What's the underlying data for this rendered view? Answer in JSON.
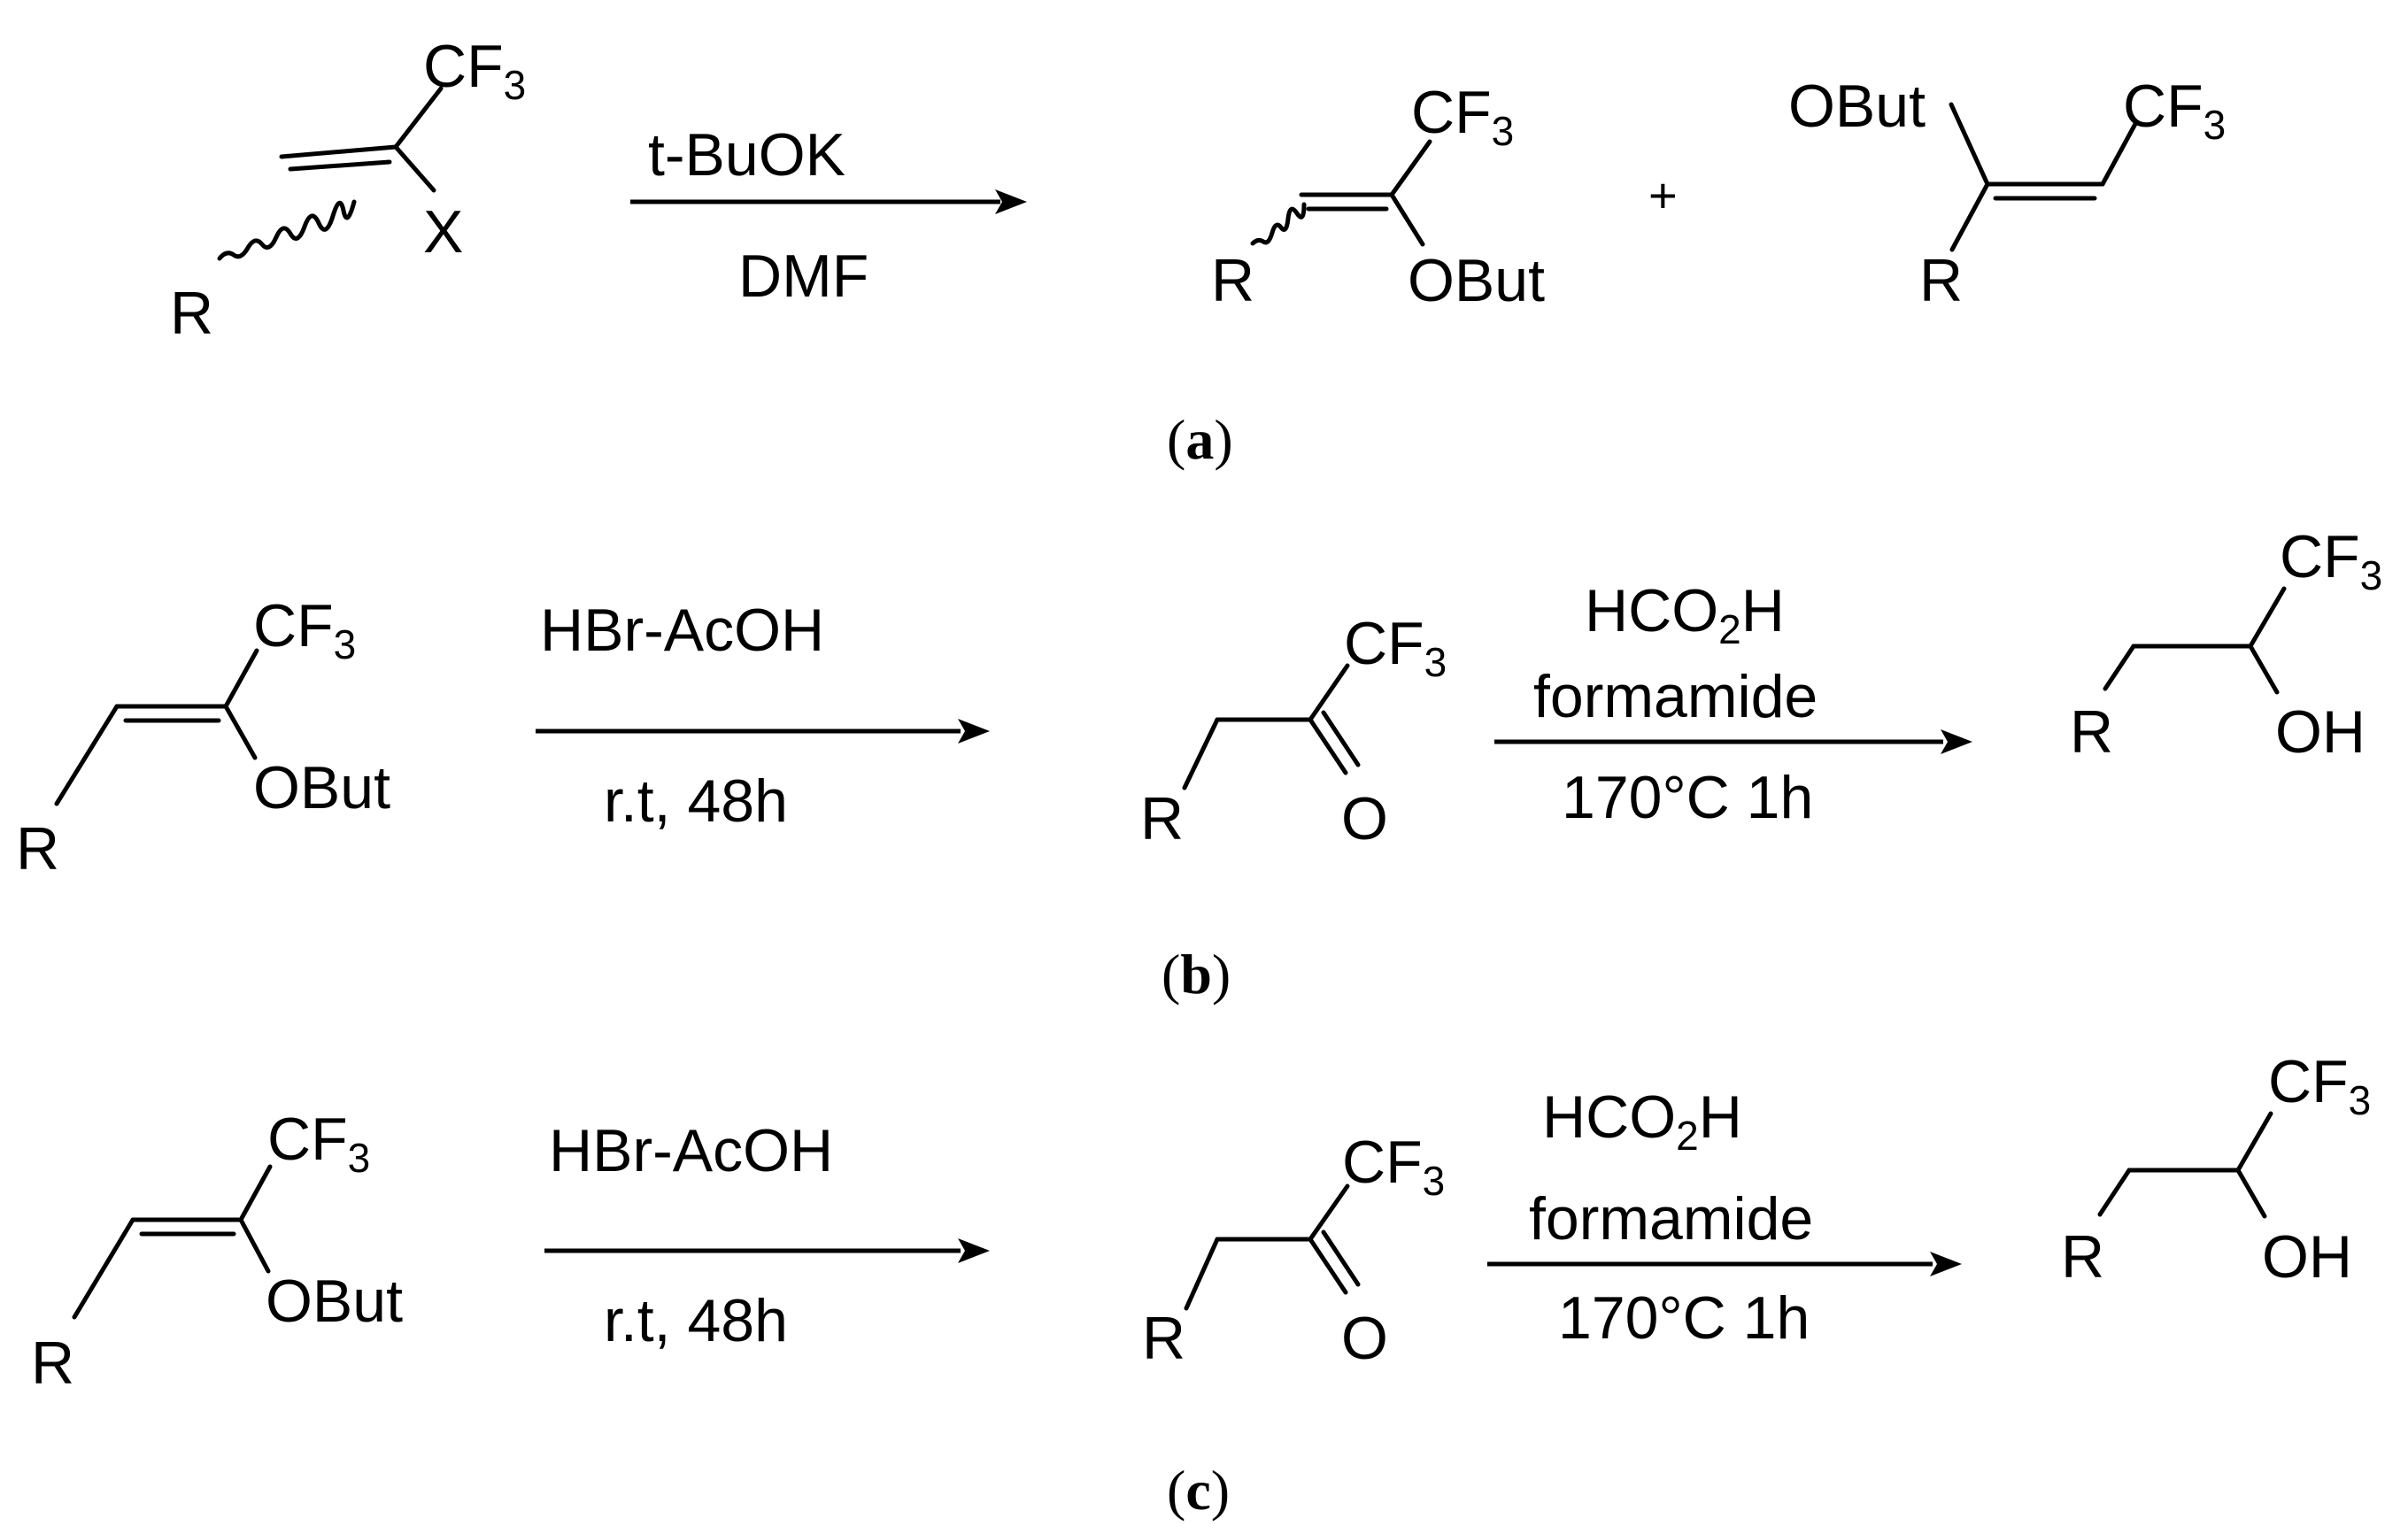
{
  "atoms": {
    "cf3_a": "CF",
    "cf3_b": "CF",
    "sub3": "3",
    "x": "X",
    "r": "R",
    "obut": "OBut",
    "o": "O",
    "oh": "OH"
  },
  "schemes": {
    "a": {
      "reagent_top": "t-BuOK",
      "reagent_bottom": "DMF",
      "plus": "+",
      "caption_open": "(",
      "caption_letter": "a",
      "caption_close": ")"
    },
    "b": {
      "step1_top": "HBr-AcOH",
      "step1_bottom": "r.t, 48h",
      "step2_line1_pre": "HCO",
      "step2_line1_sub": "2",
      "step2_line1_post": "H",
      "step2_line2": "formamide",
      "step2_bottom": "170°C  1h",
      "caption_open": "(",
      "caption_letter": "b",
      "caption_close": ")"
    },
    "c": {
      "step1_top": "HBr-AcOH",
      "step1_bottom": "r.t, 48h",
      "step2_line1_pre": "HCO",
      "step2_line1_sub": "2",
      "step2_line1_post": "H",
      "step2_line2": "formamide",
      "step2_bottom": "170°C  1h",
      "caption_open": "(",
      "caption_letter": "c",
      "caption_close": ")"
    }
  }
}
